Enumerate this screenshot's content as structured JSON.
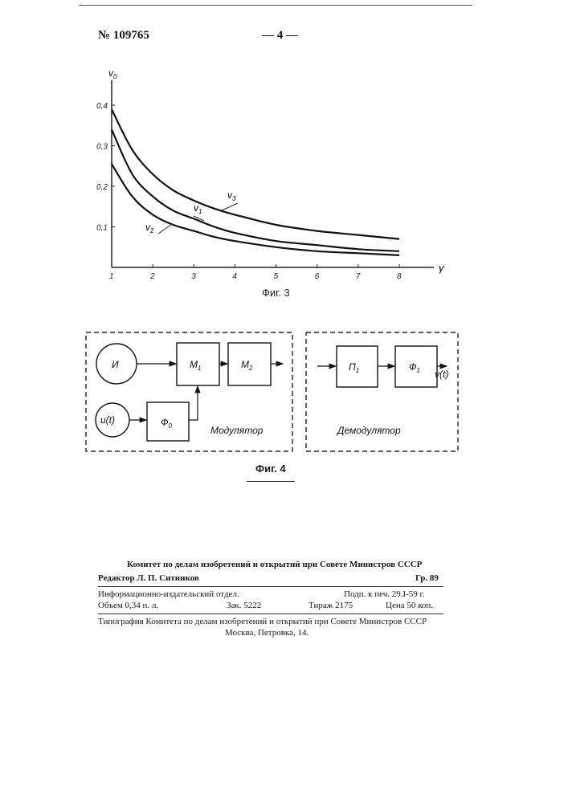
{
  "header": {
    "patent_number": "№ 109765",
    "page_number": "— 4 —"
  },
  "fig3": {
    "caption": "Фиг. 3",
    "ylabel": "v",
    "ylabel_sub": "0",
    "xlabel": "γ",
    "curve_labels": [
      {
        "text": "v",
        "sub": "3"
      },
      {
        "text": "v",
        "sub": "1"
      },
      {
        "text": "v",
        "sub": "2"
      }
    ]
  },
  "chart_data": {
    "type": "line",
    "x": [
      1,
      1.5,
      2,
      2.5,
      3,
      3.5,
      4,
      5,
      6,
      7,
      8
    ],
    "series": [
      {
        "name": "v3",
        "values": [
          0.39,
          0.29,
          0.23,
          0.19,
          0.165,
          0.145,
          0.13,
          0.105,
          0.09,
          0.08,
          0.07
        ]
      },
      {
        "name": "v1",
        "values": [
          0.34,
          0.23,
          0.175,
          0.14,
          0.12,
          0.1,
          0.085,
          0.065,
          0.055,
          0.045,
          0.04
        ]
      },
      {
        "name": "v2",
        "values": [
          0.255,
          0.175,
          0.13,
          0.105,
          0.09,
          0.075,
          0.065,
          0.05,
          0.04,
          0.035,
          0.03
        ]
      }
    ],
    "yticks": [
      "0,1",
      "0,2",
      "0,3",
      "0,4"
    ],
    "xticks": [
      "1",
      "2",
      "3",
      "4",
      "5",
      "6",
      "7",
      "8"
    ],
    "xlim": [
      1,
      8
    ],
    "ylim": [
      0,
      0.4
    ]
  },
  "fig4": {
    "caption": "Фиг. 4",
    "modulator_label": "Модулятор",
    "demodulator_label": "Демодулятор",
    "blocks": {
      "source": "И",
      "input": "u(t)",
      "phi0": {
        "text": "Ф",
        "sub": "0"
      },
      "m1": {
        "text": "М",
        "sub": "1"
      },
      "m2": {
        "text": "М",
        "sub": "2"
      },
      "p1": {
        "text": "П",
        "sub": "1"
      },
      "phi1": {
        "text": "Ф",
        "sub": "1"
      }
    },
    "output": "v(t)"
  },
  "footer": {
    "line1": "Комитет по делам изобретений и открытий при Совете Министров СССР",
    "editor": "Редактор Л. П. Ситников",
    "group": "Гр. 89",
    "dept": "Информационно-издательский отдел.",
    "signed": "Подп. к печ. 29.I-59 г.",
    "volume": "Объем 0,34 п. л.",
    "order": "Зак. 5222",
    "circulation": "Тираж 2175",
    "price": "Цена 50 коп.",
    "print1": "Типография Комитета по делам изобретений и открытий при Совете Министров СССР",
    "print2": "Москва, Петровка, 14."
  }
}
